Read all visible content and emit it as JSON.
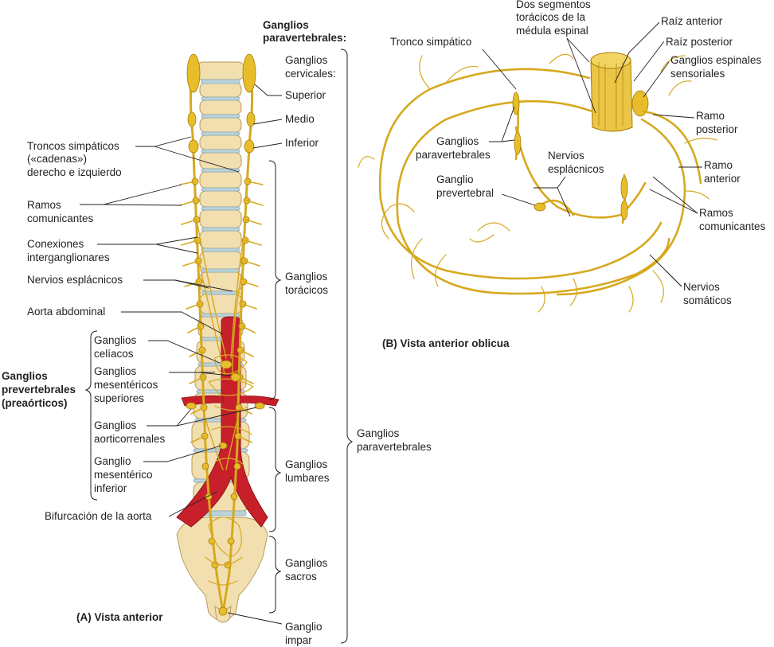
{
  "colors": {
    "nerve": "#d6a91f",
    "ganglion": "#e8bd2b",
    "aorta": "#c7202a",
    "bone": "#f2dfb0",
    "disc": "#b9d3dc",
    "text": "#231f20"
  },
  "panel_a": {
    "caption": "(A) Vista anterior",
    "paravertebral_header": [
      "Ganglios",
      "paravertebrales:"
    ],
    "cervical_label": [
      "Ganglios",
      "cervicales:"
    ],
    "superior": "Superior",
    "medio": "Medio",
    "inferior": "Inferior",
    "toracicos": [
      "Ganglios",
      "torácicos"
    ],
    "lumbares": [
      "Ganglios",
      "lumbares"
    ],
    "sacros": [
      "Ganglios",
      "sacros"
    ],
    "impar": [
      "Ganglio",
      "impar"
    ],
    "paravertebrales": [
      "Ganglios",
      "paravertebrales"
    ],
    "troncos": [
      "Troncos simpáticos",
      "(«cadenas»)",
      "derecho e izquierdo"
    ],
    "ramos": [
      "Ramos",
      "comunicantes"
    ],
    "conexiones": [
      "Conexiones",
      "interganglionares"
    ],
    "esplacnicos": "Nervios esplácnicos",
    "aorta": "Aorta abdominal",
    "prevertebrales_header": [
      "Ganglios",
      "prevertebrales",
      "(preaórticos)"
    ],
    "celiacos": [
      "Ganglios",
      "celíacos"
    ],
    "mesentericos_sup": [
      "Ganglios",
      "mesentéricos",
      "superiores"
    ],
    "aorticorrenales": [
      "Ganglios",
      "aorticorrenales"
    ],
    "mesenterico_inf": [
      "Ganglio",
      "mesentérico",
      "inferior"
    ],
    "bifurcacion": "Bifurcación de la aorta"
  },
  "panel_b": {
    "caption": "(B) Vista anterior oblicua",
    "dos_segmentos": [
      "Dos segmentos",
      "torácicos de la",
      "médula espinal"
    ],
    "tronco": "Tronco simpático",
    "raiz_anterior": "Raíz anterior",
    "raiz_posterior": "Raíz posterior",
    "espinales": [
      "Ganglios espinales",
      "sensoriales"
    ],
    "ramo_posterior": [
      "Ramo",
      "posterior"
    ],
    "ramo_anterior": [
      "Ramo",
      "anterior"
    ],
    "ramos_comunicantes": [
      "Ramos",
      "comunicantes"
    ],
    "paravertebrales": [
      "Ganglios",
      "paravertebrales"
    ],
    "esplacnicos": [
      "Nervios",
      "esplácnicos"
    ],
    "prevertebral": [
      "Ganglio",
      "prevertebral"
    ],
    "somaticos": [
      "Nervios",
      "somáticos"
    ]
  }
}
